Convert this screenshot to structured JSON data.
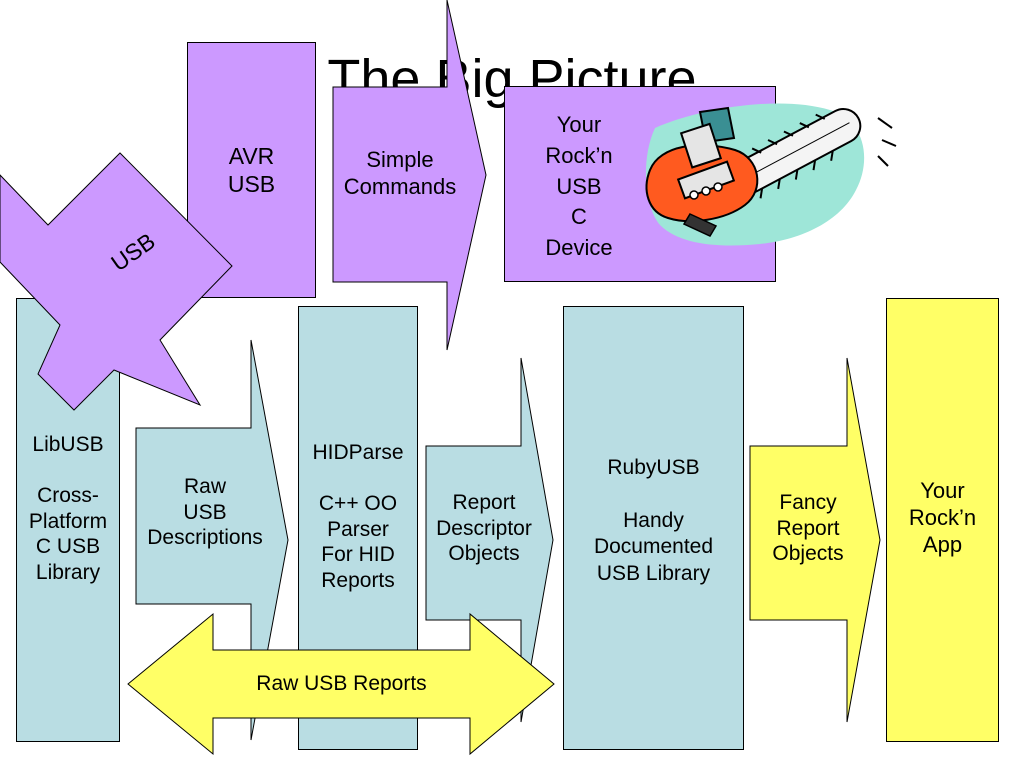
{
  "slide": {
    "title": "The Big Picture"
  },
  "colors": {
    "purple": "#cc99ff",
    "teal": "#b9dde3",
    "yellow": "#ffff66",
    "outline": "#000000"
  },
  "top_row": {
    "avr_usb": "AVR\nUSB",
    "simple_commands": "Simple\nCommands",
    "device": "Your\nRock’n\nUSB\nC\nDevice",
    "usb_callout": "USB",
    "clipart_icon": "chainsaw-icon"
  },
  "bottom_row": {
    "libusb": "LibUSB\n\nCross-\nPlatform\nC USB\nLibrary",
    "raw_usb_descriptions": "Raw\nUSB\nDescriptions",
    "hidparse": "HIDParse\n\nC++ OO\nParser\nFor HID\nReports",
    "report_descriptor_objects": "Report\nDescriptor\nObjects",
    "rubyusb": "RubyUSB\n\nHandy\nDocumented\nUSB Library",
    "fancy_report_objects": "Fancy\nReport\nObjects",
    "app": "Your\nRock’n\nApp"
  },
  "raw_usb_reports": "Raw USB Reports"
}
